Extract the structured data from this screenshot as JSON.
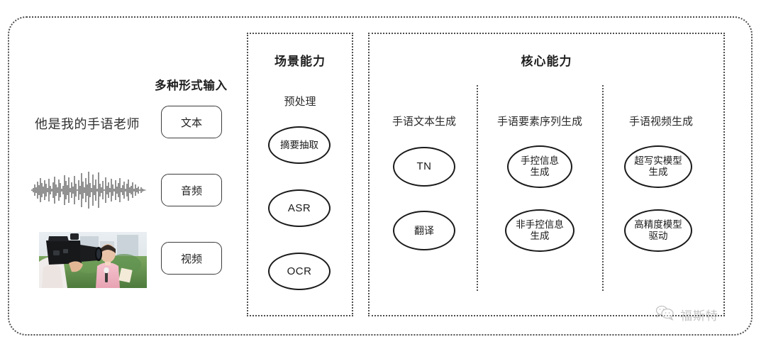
{
  "diagram": {
    "input_section": {
      "heading": "多种形式输入",
      "sample_text": "他是我的手语老师",
      "waveform_label": "audio-waveform",
      "thumbnail_label": "video-thumbnail",
      "modalities": [
        {
          "label": "文本"
        },
        {
          "label": "音频"
        },
        {
          "label": "视频"
        }
      ]
    },
    "scene_panel": {
      "title": "场景能力",
      "columns": [
        {
          "label": "预处理",
          "nodes": [
            {
              "label": "摘要抽取",
              "style": "cjk"
            },
            {
              "label": "ASR",
              "style": "latin"
            },
            {
              "label": "OCR",
              "style": "latin"
            }
          ]
        }
      ]
    },
    "core_panel": {
      "title": "核心能力",
      "columns": [
        {
          "label": "手语文本生成",
          "nodes": [
            {
              "label": "TN",
              "style": "latin"
            },
            {
              "label": "翻译",
              "style": "cjk"
            }
          ]
        },
        {
          "label": "手语要素序列生成",
          "nodes": [
            {
              "label": "手控信息\n生成",
              "style": "cjk"
            },
            {
              "label": "非手控信息\n生成",
              "style": "cjk"
            }
          ]
        },
        {
          "label": "手语视频生成",
          "nodes": [
            {
              "label": "超写实模型\n生成",
              "style": "cjk"
            },
            {
              "label": "高精度模型\n驱动",
              "style": "cjk"
            }
          ]
        }
      ]
    },
    "watermark": {
      "text": "福斯特",
      "icon": "wechat-bubbles-icon"
    },
    "colors": {
      "border": "#4d4d4d",
      "node_stroke": "#1a1a1a",
      "text": "#2b2b2b",
      "watermark": "#8a8a8a"
    }
  }
}
